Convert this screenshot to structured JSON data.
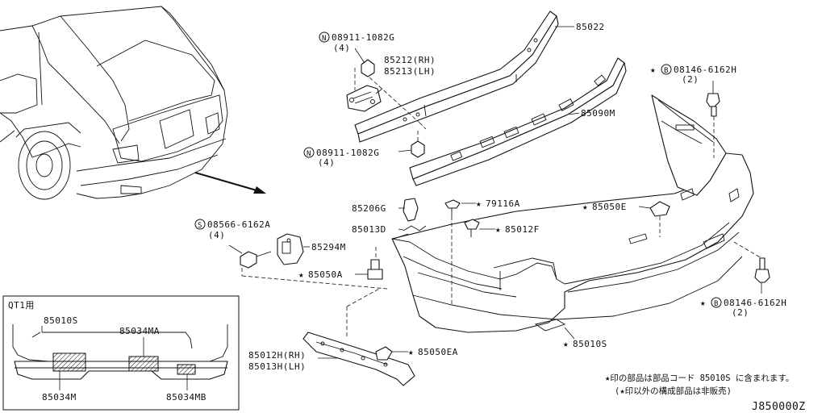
{
  "diagram_id": "J850000Z",
  "labels": {
    "p85022": "85022",
    "n08911_top": "08911-1082G",
    "n08911_top_qty": "(4)",
    "p85212": "85212(RH)",
    "p85213": "85213(LH)",
    "p85090m": "85090M",
    "n08911_mid": "08911-1082G",
    "n08911_mid_qty": "(4)",
    "b08146_top": "08146-6162H",
    "b08146_top_qty": "(2)",
    "b08146_bot": "08146-6162H",
    "b08146_bot_qty": "(2)",
    "p85206g": "85206G",
    "p85013d": "85013D",
    "p79116a": "79116A",
    "p85012f": "85012F",
    "p85050e": "85050E",
    "s08566": "08566-6162A",
    "s08566_qty": "(4)",
    "p85294m": "85294M",
    "p85050a": "85050A",
    "p85010s": "85010S",
    "p85012h": "85012H(RH)",
    "p85013h": "85013H(LH)",
    "p85050ea": "85050EA"
  },
  "symbols": {
    "nut": "N",
    "screw": "S",
    "bolt": "B",
    "star": "★"
  },
  "inset": {
    "title": "QT1用",
    "p85010s": "85010S",
    "p85034ma": "85034MA",
    "p85034m": "85034M",
    "p85034mb": "85034MB"
  },
  "notes": {
    "line1": "★印の部品は部品コード 85010S に含まれます。",
    "line2": "(★印以外の構成部品は非販売)"
  }
}
